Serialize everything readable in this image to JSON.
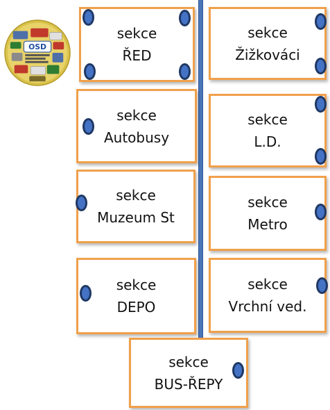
{
  "boxes": [
    {
      "id": "red",
      "line1": "sekce",
      "line2": "ŘED"
    },
    {
      "id": "zizkovaci",
      "line1": "sekce",
      "line2": "Žižkováci"
    },
    {
      "id": "autobusy",
      "line1": "sekce",
      "line2": "Autobusy"
    },
    {
      "id": "ld",
      "line1": "sekce",
      "line2": "L.D."
    },
    {
      "id": "muzeum",
      "line1": "sekce",
      "line2": "Muzeum St"
    },
    {
      "id": "metro",
      "line1": "sekce",
      "line2": "Metro"
    },
    {
      "id": "depo",
      "line1": "sekce",
      "line2": "DEPO"
    },
    {
      "id": "vrchni",
      "line1": "sekce",
      "line2": "Vrchní ved."
    },
    {
      "id": "busrepy",
      "line1": "sekce",
      "line2": "BUS-ŘEPY"
    }
  ],
  "logo": {
    "text": "OSD"
  },
  "colors": {
    "box_border": "#f0a04b",
    "node_fill": "#4472c4",
    "node_stroke": "#1f3864",
    "trunk": "#4a76b8"
  }
}
